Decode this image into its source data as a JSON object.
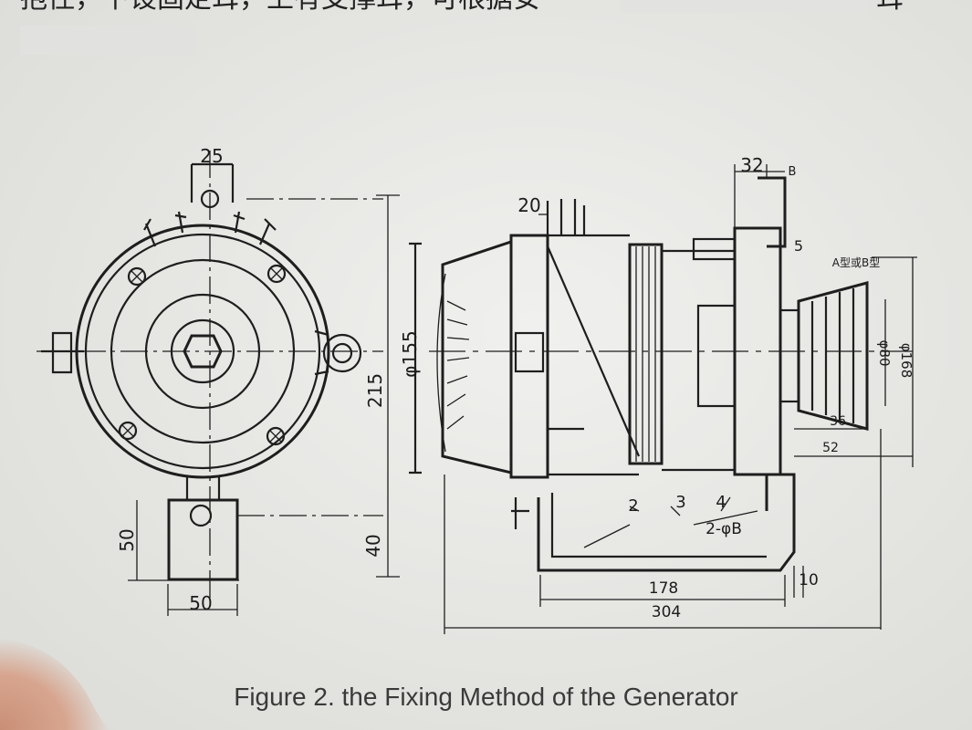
{
  "caption": "Figure 2. the Fixing Method of the Generator",
  "top_text": "抱住，下设固定耳，上有支撑耳，可根据安",
  "top_text_end": "耳",
  "dimensions": {
    "d25": "25",
    "d215": "215",
    "d50_left": "50",
    "d40": "40",
    "d50_bottom": "50",
    "d20": "20",
    "d155": "φ155",
    "d32": "32",
    "label_B": "B",
    "d5": "5",
    "pulley_type": "A型或B型",
    "d80": "φ80",
    "d168": "φ168",
    "d36": "36",
    "d52": "52",
    "d178": "178",
    "d304": "304",
    "d10": "10",
    "holes": "2-φB",
    "part2": "2",
    "part3": "3",
    "part4": "4"
  }
}
